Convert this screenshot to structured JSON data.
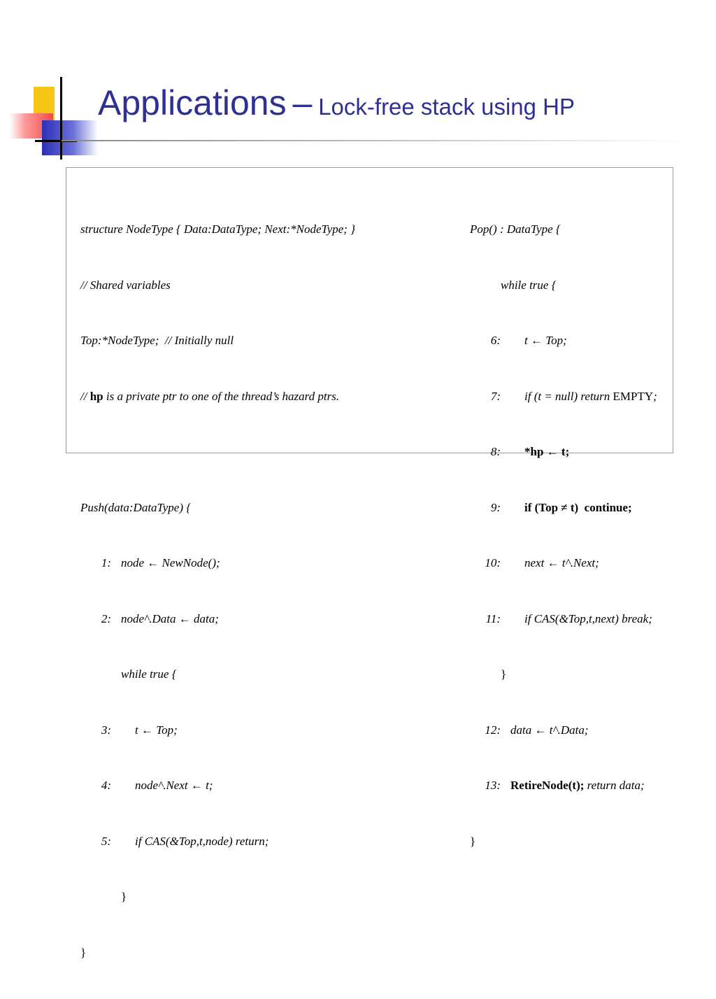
{
  "slide": {
    "title_main": "Applications",
    "title_dash": "–",
    "title_sub": "Lock-free stack using HP"
  },
  "left_code": {
    "struct_line": "structure NodeType { Data:DataType; Next:*NodeType; }",
    "shared_comment": "// Shared variables",
    "top_decl": "Top:*NodeType;  // Initially null",
    "hp_prefix": "// ",
    "hp_bold": "hp",
    "hp_rest": " is a private ptr to one of the thread’s hazard ptrs.",
    "push_header": "Push(data:DataType) {",
    "lines": [
      {
        "num": "1:",
        "code": "node ← NewNode();"
      },
      {
        "num": "2:",
        "code": "node^.Data ← data;"
      },
      {
        "num": "",
        "code": "while true {"
      },
      {
        "num": "3:",
        "code": "t ← Top;"
      },
      {
        "num": "4:",
        "code": "node^.Next ← t;"
      },
      {
        "num": "5:",
        "code": "if CAS(&Top,t,node) return;"
      },
      {
        "num": "",
        "code": "}"
      }
    ],
    "close_brace": "}"
  },
  "right_code": {
    "pop_header": "Pop() : DataType {",
    "while_line": "while true {",
    "l6": {
      "num": "6:",
      "code": "t ← Top;"
    },
    "l7": {
      "num": "7:",
      "code_a": "if (t = null) return ",
      "code_sc": "EMPTY",
      "code_b": ";"
    },
    "l8": {
      "num": "8:",
      "code": "*hp ← t;"
    },
    "l9": {
      "num": "9:",
      "code": "if (Top ≠ t)  continue;"
    },
    "l10": {
      "num": "10:",
      "code": "next ← t^.Next;"
    },
    "l11": {
      "num": "11:",
      "code": "if CAS(&Top,t,next) break;"
    },
    "inner_close": "}",
    "l12": {
      "num": "12:",
      "code": "data ← t^.Data;"
    },
    "l13": {
      "num": "13:",
      "code_bold": "RetireNode(t);",
      "code_rest": " return data;"
    },
    "close_brace": "}"
  },
  "colors": {
    "title": "#2e3192",
    "deco_yellow": "#f5c518",
    "deco_red": "#f24a4a",
    "deco_blue": "#2d2fb8"
  }
}
